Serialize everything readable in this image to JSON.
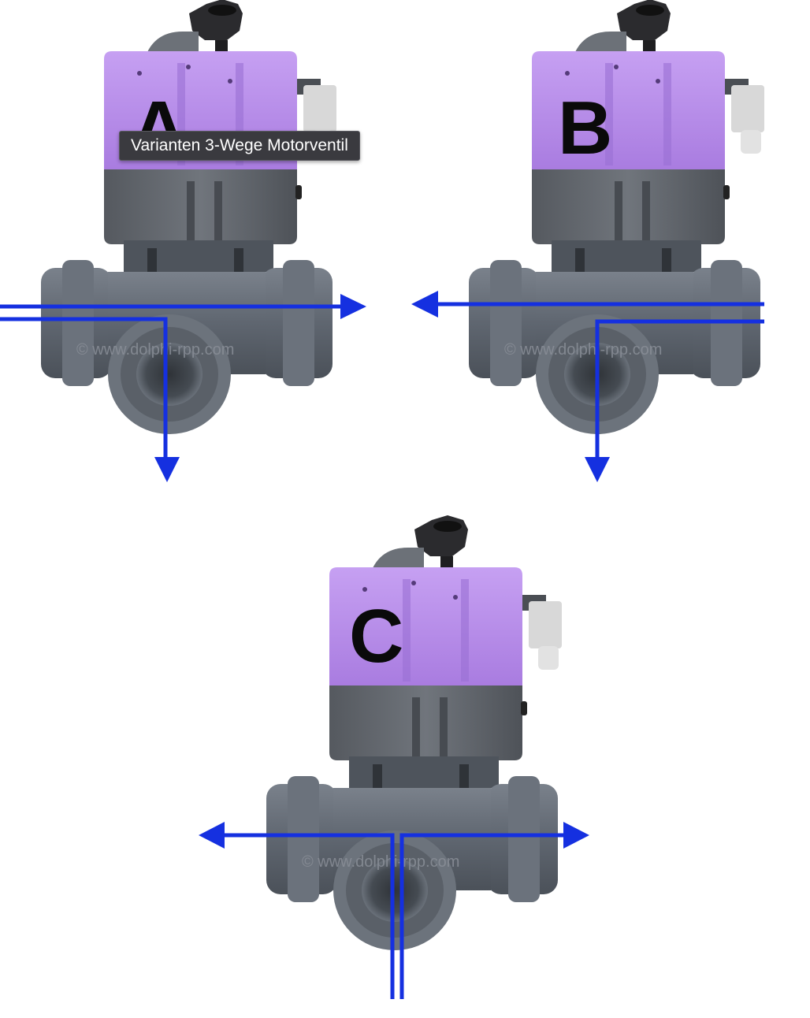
{
  "tooltip": {
    "text": "Varianten 3-Wege Motorventil"
  },
  "valves": [
    {
      "letter": "A",
      "watermark": "© www.dolphi-rpp.com"
    },
    {
      "letter": "B",
      "watermark": "© www.dolphi-rpp.com"
    },
    {
      "letter": "C",
      "watermark": "© www.dolphi-rpp.com"
    }
  ],
  "colors": {
    "actuator_top": "#b487e6",
    "actuator_bottom": "#5d6268",
    "pvc": "#5f6670",
    "knob": "#2b2b2e",
    "flow_arrow": "#1530e0"
  },
  "icons": [
    "flow-arrow-icon"
  ]
}
